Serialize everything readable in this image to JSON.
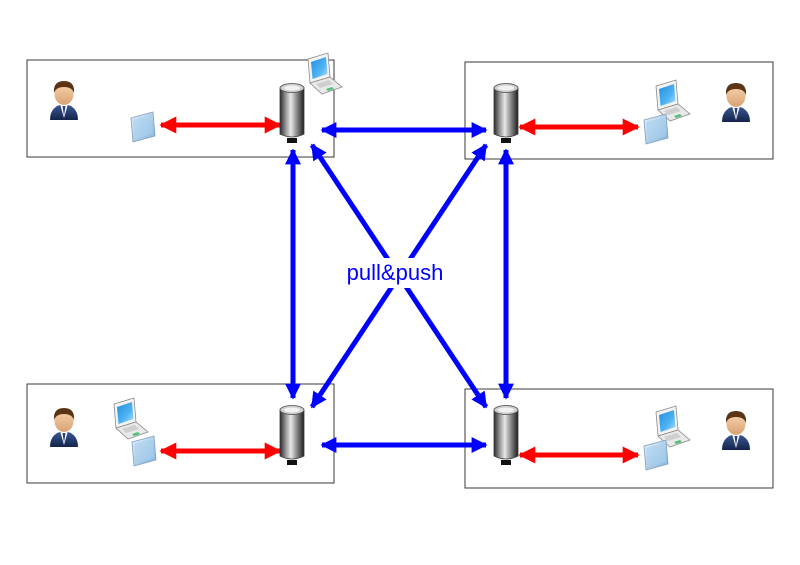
{
  "diagram": {
    "center_label": "pull&push",
    "colors": {
      "sync_arrow": "#0000ff",
      "local_arrow": "#ff0000",
      "box_border": "#3a3a3a",
      "label_text": "#0000ff"
    },
    "nodes": [
      {
        "id": "top-left",
        "icons": [
          "person-icon",
          "monitor-icon",
          "server-icon",
          "laptop-icon"
        ]
      },
      {
        "id": "top-right",
        "icons": [
          "server-icon",
          "laptop-icon",
          "person-icon"
        ]
      },
      {
        "id": "bottom-left",
        "icons": [
          "person-icon",
          "laptop-icon",
          "server-icon"
        ]
      },
      {
        "id": "bottom-right",
        "icons": [
          "server-icon",
          "laptop-icon",
          "person-icon"
        ]
      }
    ]
  }
}
